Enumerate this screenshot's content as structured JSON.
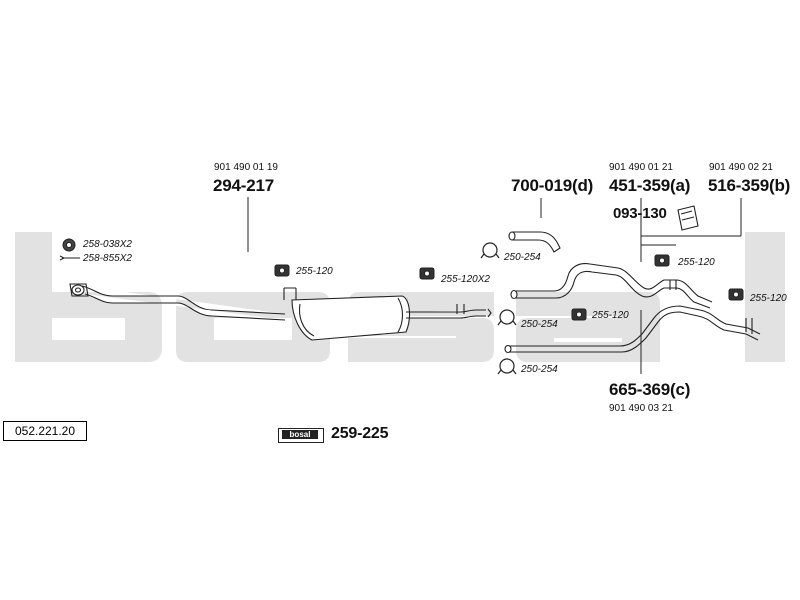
{
  "document_id": "052.221.20",
  "brand_badge_text": "bosal",
  "watermark_text": "bosal",
  "parts": {
    "front_pipe": {
      "oe": "901 490 01 19",
      "number": "294-217"
    },
    "tail_d": {
      "number": "700-019(d)"
    },
    "tail_a": {
      "oe": "901 490 01 21",
      "number": "451-359(a)"
    },
    "tail_b": {
      "oe": "901 490 02 21",
      "number": "516-359(b)"
    },
    "tail_c": {
      "oe": "901 490 03 21",
      "number": "665-369(c)"
    },
    "heat_shield": {
      "number": "093-130"
    },
    "mounting_kit": {
      "number": "259-225"
    }
  },
  "accessories": {
    "gasket": "258-038X2",
    "bolt": "258-855X2",
    "hanger_1": "255-120",
    "hanger_2": "255-120X2",
    "hanger_3": "255-120",
    "hanger_4": "255-120",
    "hanger_5": "255-120",
    "clamp_1": "250-254",
    "clamp_2": "250-254",
    "clamp_3": "250-254"
  },
  "colors": {
    "watermark": "#e2e2e2",
    "line": "#222222",
    "text": "#111111"
  }
}
